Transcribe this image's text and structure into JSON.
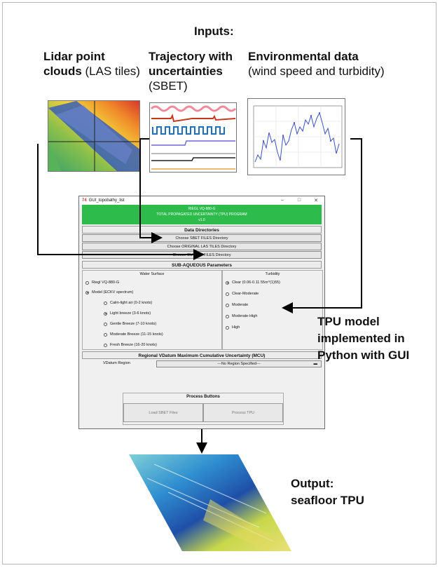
{
  "inputs_title": "Inputs:",
  "lidar": {
    "bold": "Lidar point clouds",
    "rest": " (LAS tiles)"
  },
  "trajectory": {
    "bold": "Trajectory with uncertainties",
    "rest": "(SBET)"
  },
  "environmental": {
    "bold": "Environmental data",
    "rest": "(wind speed and turbidity)"
  },
  "tpu_label": "TPU model implemented in Python with GUI",
  "output_label": "Output: seafloor TPU",
  "gui": {
    "window_title": "GUI_topobathy_list",
    "banner_line1": "RIEGL VQ-880-G",
    "banner_line2": "TOTAL PROPAGATED UNCERTAINTY (TPU) PROGRAM",
    "banner_line3": "v1.0",
    "data_dirs_title": "Data Directories",
    "btn_sbet": "Choose SBET FILES Directory",
    "btn_las": "Choose ORIGINAL LAS TILES Directory",
    "btn_output": "Choose OUTPUT FILES Directory",
    "subaqueous_title": "SUB-AQUEOUS Parameters",
    "water_surface_title": "Water Surface",
    "ws_riegl": "Riegl VQ-880-G",
    "ws_model": "Model (ECKV spectrum)",
    "wind_options": [
      "Calm-light air (0-2 knots)",
      "Light breeze (3-6 knots)",
      "Gentle Breeze (7-10 knots)",
      "Moderate Breeze (11-15 knots)",
      "Fresh Breeze (16-20 knots)"
    ],
    "turbidity_title": "Turbidity",
    "turbidity_options": [
      "Clear (0.06-0.11 55m^(1)55)",
      "Clear-Moderate",
      "Moderate",
      "Moderate-High",
      "High"
    ],
    "mcu_title": "Regional VDatum Maximum Cumulative Uncertainty (MCU)",
    "vdatum_label": "VDatum Region",
    "vdatum_value": "---No Region Specified---",
    "process_title": "Process Buttons",
    "btn_load_sbet": "Load SBET Files",
    "btn_process_tpu": "Process TPU"
  },
  "env_chart_title": "Wind speed / turbidity time series",
  "colors": {
    "banner": "#2dbb4c",
    "arrow": "#000000"
  }
}
